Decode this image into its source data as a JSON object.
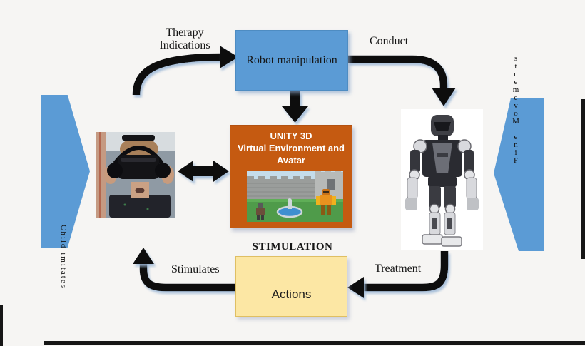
{
  "figure": {
    "bg_color": "#f6f5f3",
    "accent_blue": "#5b9bd5",
    "accent_orange": "#c55a11",
    "accent_yellow": "#fce7a4",
    "arrow_color": "#101010"
  },
  "nodes": {
    "robot_manipulation": {
      "label": "Robot manipulation"
    },
    "unity": {
      "line1": "UNITY 3D",
      "line2": "Virtual Environment and",
      "line3": "Avatar"
    },
    "actions": {
      "label": "Actions"
    }
  },
  "headings": {
    "stimulation": "STIMULATION"
  },
  "edge_labels": {
    "therapy_line1": "Therapy",
    "therapy_line2": "Indications",
    "conduct": "Conduct",
    "stimulates": "Stimulates",
    "treatment": "Treatment"
  },
  "side_labels": {
    "left": {
      "text": "Child imitates"
    },
    "right": {
      "text": "Fine Movements",
      "display": "stnemevoM eniF"
    }
  },
  "images": {
    "child": "child-wearing-vr-headset-photo",
    "robot": "bioloid-humanoid-robot-photo",
    "unity_scene": "unity-virtual-environment-screenshot"
  }
}
